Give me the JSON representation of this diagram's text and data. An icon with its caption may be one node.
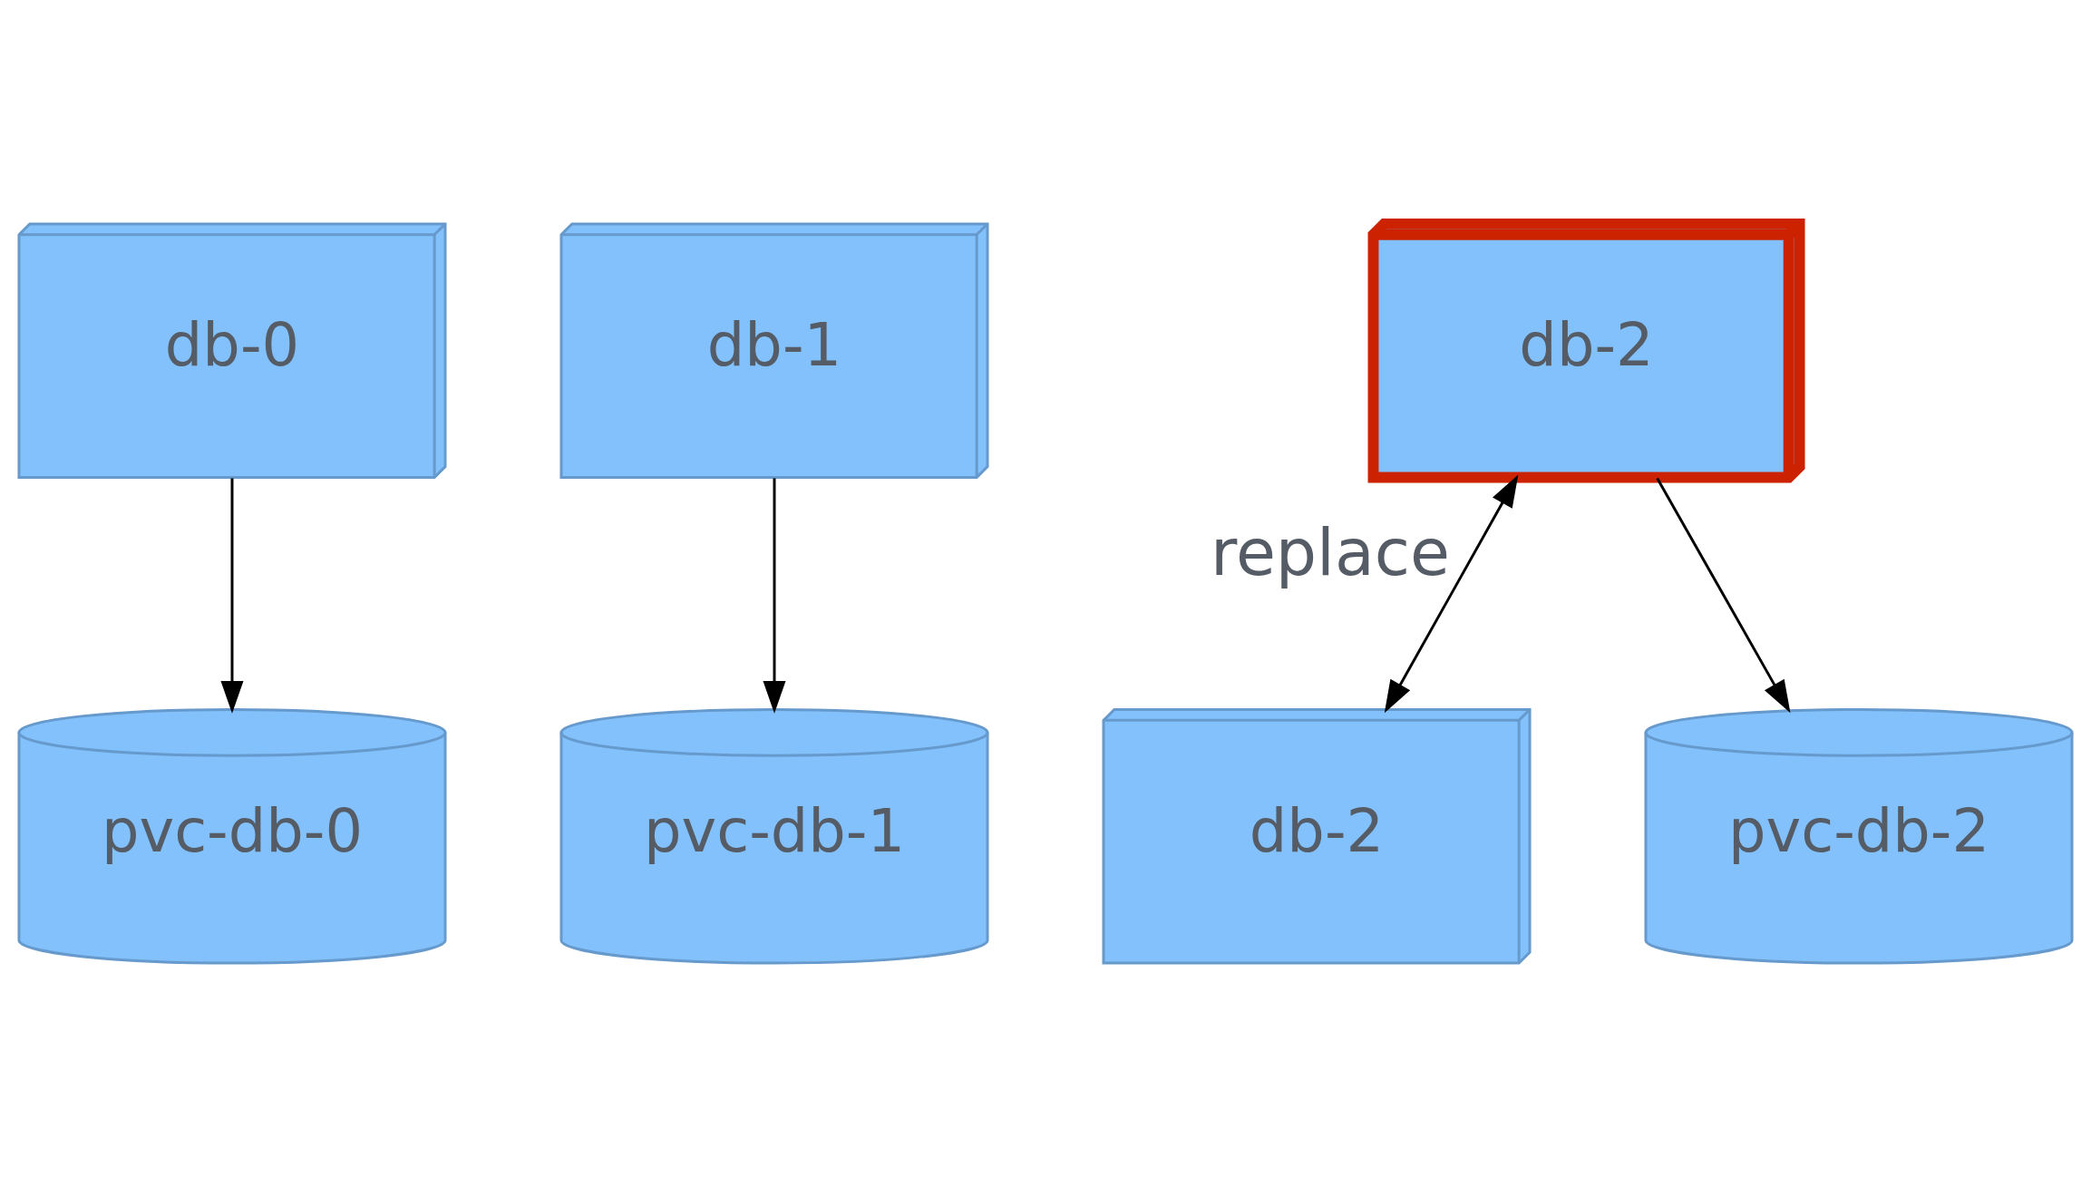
{
  "diagram": {
    "nodes": [
      {
        "text": [
          "db-0"
        ]
      },
      {
        "text": [
          "db-1"
        ]
      },
      {
        "text": [
          "db-2"
        ]
      },
      {
        "text": [
          "db-2"
        ]
      },
      {
        "text": [
          "pvc-db-0"
        ]
      },
      {
        "text": [
          "pvc-db-1"
        ]
      },
      {
        "text": [
          "pvc-db-2"
        ]
      }
    ],
    "edges": [
      {
        "from": 0,
        "to": 4,
        "arrow": "to"
      },
      {
        "from": 1,
        "to": 5,
        "arrow": "to"
      },
      {
        "from": 2,
        "to": 6,
        "arrow": "to"
      },
      {
        "from": 2,
        "to": 3,
        "arrow": "both",
        "label": "replace"
      }
    ]
  }
}
